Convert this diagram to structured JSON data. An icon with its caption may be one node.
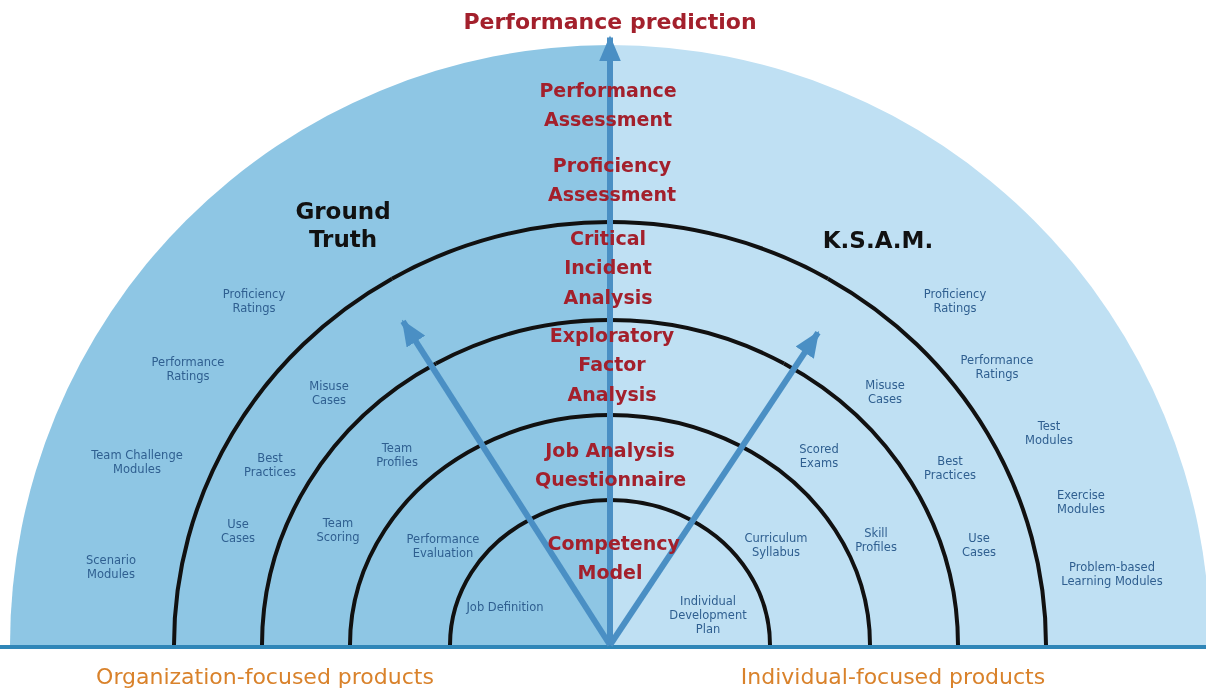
{
  "diagram": {
    "nodes": [
      {
        "text": [
          "Performance prediction"
        ]
      },
      {
        "text": [
          "Ground Truth"
        ]
      },
      {
        "text": [
          "K.S.A.M."
        ]
      }
    ],
    "edges": [
      {
        "from": null,
        "to": 0,
        "arrow": "to"
      },
      {
        "from": null,
        "to": 1,
        "arrow": "to"
      },
      {
        "from": null,
        "to": 2,
        "arrow": "to"
      }
    ],
    "labels": [
      "Performance Assessment",
      "Proficiency Assessment",
      "Critical Incident Analysis",
      "Proficiency Ratings",
      "Proficiency Ratings",
      "Performance Ratings",
      "Exploratory Factor Analysis",
      "Performance Ratings",
      "Misuse Cases",
      "Misuse Cases",
      "Test Modules",
      "Team Challenge Modules",
      "Best Practices",
      "Team Profiles",
      "Job Analysis Questionnaire",
      "Scored Exams",
      "Best Practices",
      "Exercise Modules",
      "Use Cases",
      "Team Scoring",
      "Performance Evaluation",
      "Curriculum Syllabus",
      "Skill Profiles",
      "Use Cases",
      "Scenario Modules",
      "Competency Model",
      "Problem-based Learning Modules",
      "Job Definition",
      "Individual Development Plan",
      "Organization-focused products",
      "Individual-focused products"
    ]
  }
}
